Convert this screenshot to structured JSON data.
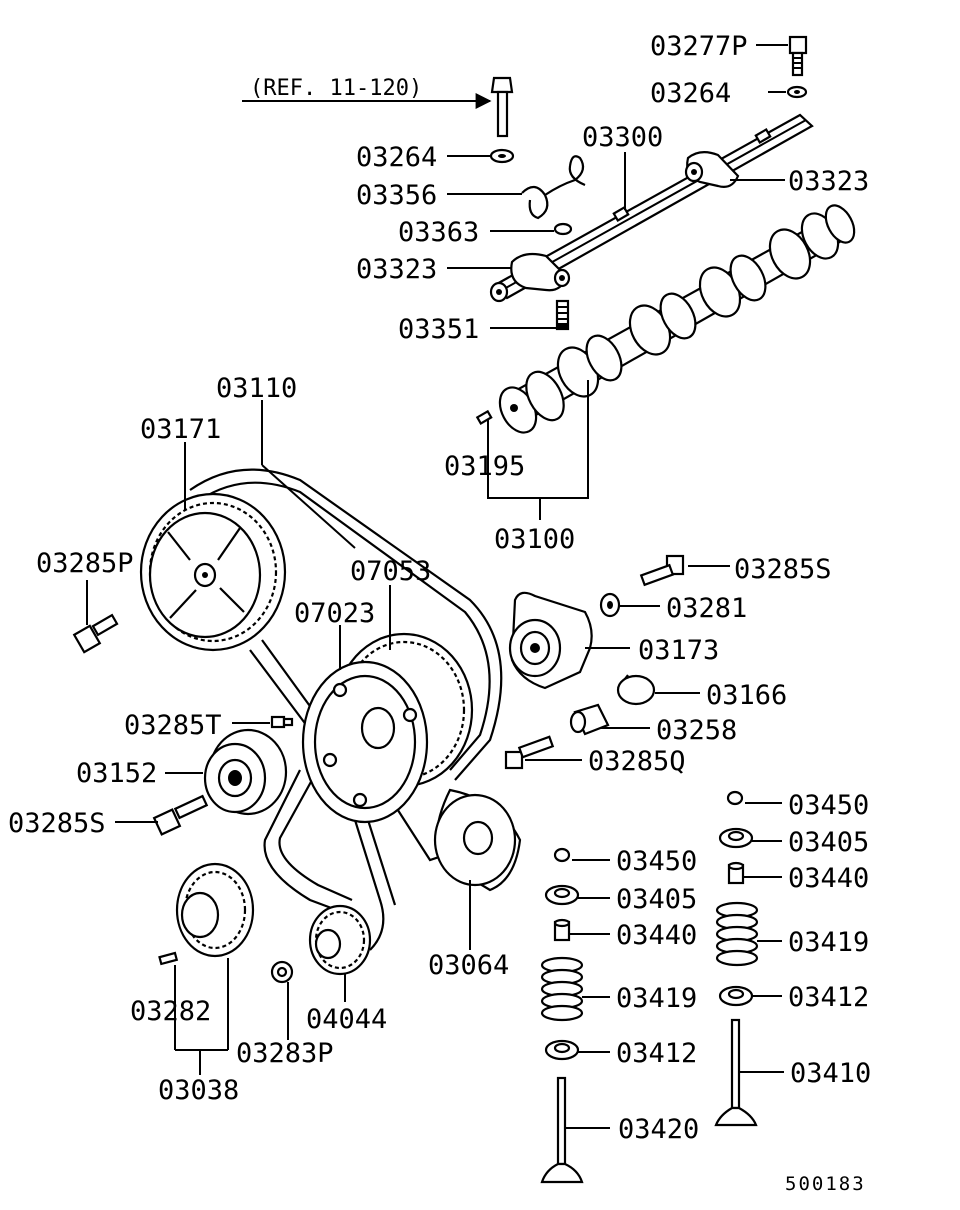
{
  "reference": "(REF. 11-120)",
  "drawing_code": "500183",
  "labels": {
    "l03277P": "03277P",
    "l03264a": "03264",
    "l03264b": "03264",
    "l03300": "03300",
    "l03323a": "03323",
    "l03356": "03356",
    "l03363": "03363",
    "l03323b": "03323",
    "l03351": "03351",
    "l03110": "03110",
    "l03171": "03171",
    "l03195": "03195",
    "l03100": "03100",
    "l03285P": "03285P",
    "l07053": "07053",
    "l07023": "07023",
    "l03285Sa": "03285S",
    "l03281": "03281",
    "l03173": "03173",
    "l03166": "03166",
    "l03285T": "03285T",
    "l03258": "03258",
    "l03152": "03152",
    "l03285Q": "03285Q",
    "l03285Sb": "03285S",
    "l03450a": "03450",
    "l03405a": "03405",
    "l03450b": "03450",
    "l03440a": "03440",
    "l03405b": "03405",
    "l03419a": "03419",
    "l03440b": "03440",
    "l03064": "03064",
    "l03412a": "03412",
    "l03419b": "03419",
    "l03282": "03282",
    "l04044": "04044",
    "l03410": "03410",
    "l03283P": "03283P",
    "l03412b": "03412",
    "l03038": "03038",
    "l03420": "03420"
  }
}
